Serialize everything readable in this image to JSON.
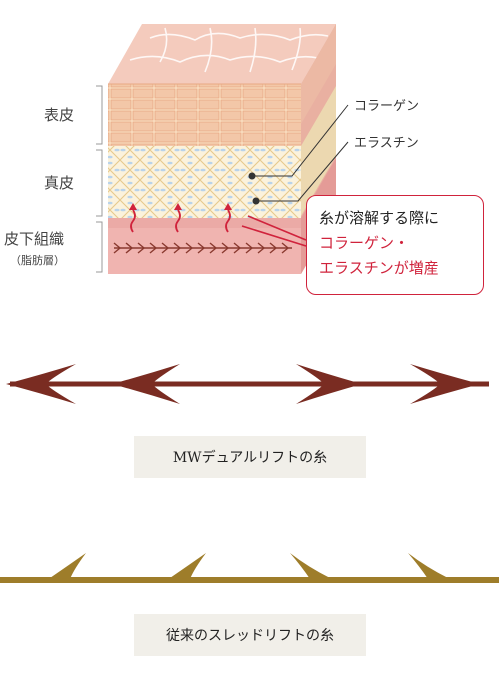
{
  "skin": {
    "layers": [
      {
        "label": "表皮"
      },
      {
        "label": "真皮"
      },
      {
        "label": "皮下組織",
        "sub": "（脂肪層）"
      }
    ],
    "pointers": [
      {
        "label": "コラーゲン"
      },
      {
        "label": "エラスチン"
      }
    ],
    "callout": {
      "line1": "糸が溶解する際に",
      "line2": "コラーゲン・",
      "line3": "エラスチンが増産"
    }
  },
  "threads": {
    "mw_caption": "MWデュアルリフトの糸",
    "conventional_caption": "従来のスレッドリフトの糸"
  },
  "colors": {
    "mw_thread": "#7a2c22",
    "conventional_thread": "#9e7d2a",
    "callout_red": "#d0233c",
    "epidermis": "#f2c7b8",
    "dermis": "#fbf1d6",
    "subcutaneous": "#efb3b0"
  }
}
